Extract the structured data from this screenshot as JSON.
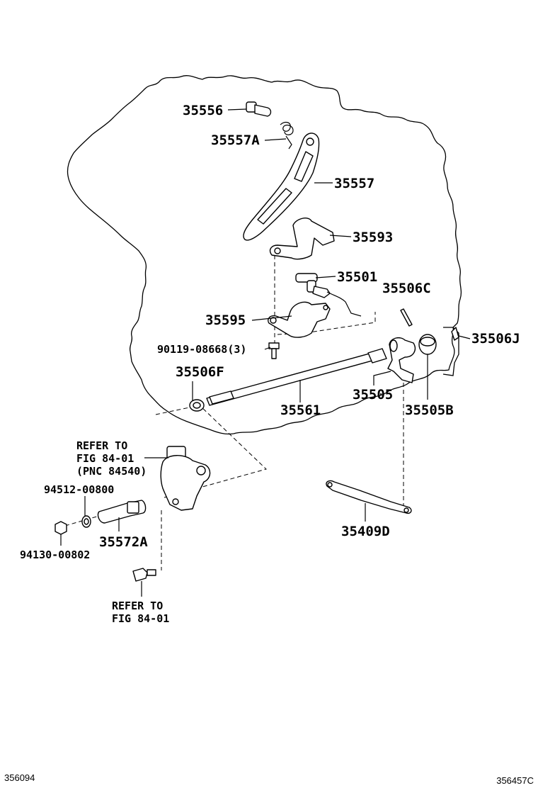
{
  "figure_id": "356094",
  "drawing_id": "356457C",
  "parts": {
    "p35556": "35556",
    "p35557A": "35557A",
    "p35557": "35557",
    "p35593": "35593",
    "p35501": "35501",
    "p35506C": "35506C",
    "p35595": "35595",
    "p35506J": "35506J",
    "p90119": "90119-08668(3)",
    "p35506F": "35506F",
    "p35505": "35505",
    "p35561": "35561",
    "p35505B": "35505B",
    "p94512": "94512-00800",
    "p35572A": "35572A",
    "p94130": "94130-00802",
    "p35409D": "35409D"
  },
  "refer_upper": {
    "line1": "REFER TO",
    "line2": "FIG 84-01",
    "line3": "(PNC 84540)"
  },
  "refer_lower": {
    "line1": "REFER TO",
    "line2": "FIG 84-01"
  }
}
